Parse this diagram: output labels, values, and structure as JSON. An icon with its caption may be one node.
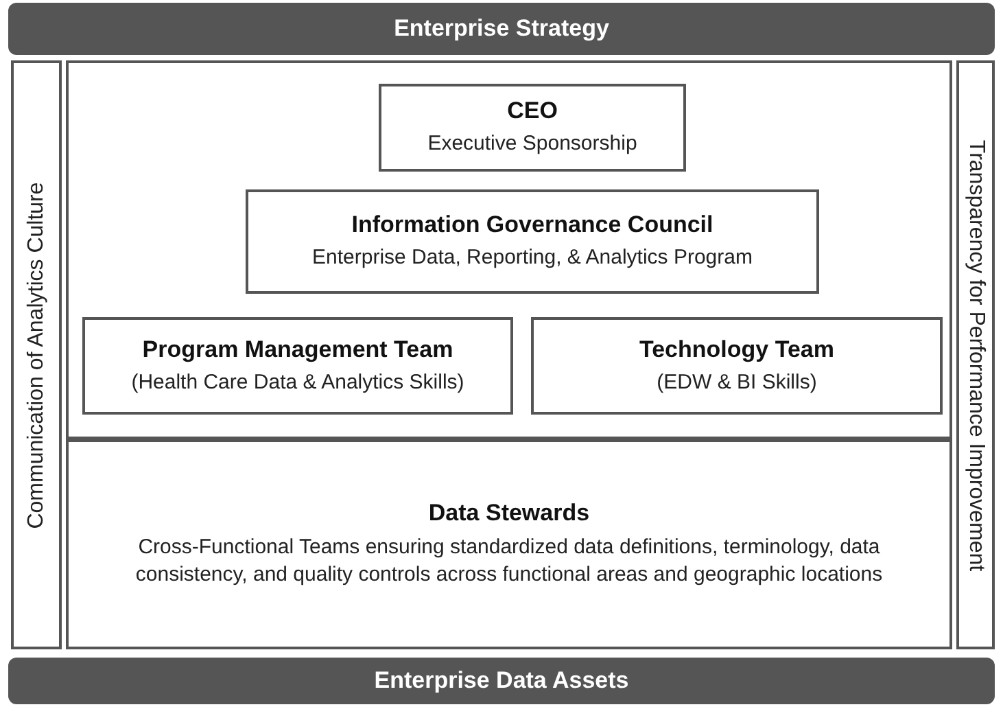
{
  "diagram": {
    "nodes": [
      {
        "text": [
          "Enterprise Strategy"
        ]
      },
      {
        "text": [
          "Communication of Analytics Culture"
        ]
      },
      {
        "text": [],
        "shape": "box"
      },
      {
        "text": [
          "CEO",
          "Executive Sponsorship"
        ],
        "in": 2
      },
      {
        "text": [
          "Information Governance Council",
          "Enterprise Data, Reporting, & Analytics Program"
        ],
        "in": 2
      },
      {
        "text": [
          "Program Management Team",
          "(Health Care Data & Analytics Skills)"
        ],
        "in": 2
      },
      {
        "text": [
          "Technology Team",
          "(EDW & BI Skills)"
        ],
        "in": 2
      },
      {
        "text": [
          "Data Stewards",
          "Cross-Functional Teams ensuring standardized data definitions, terminology, data consistency, and quality controls across functional areas and geographic locations"
        ]
      },
      {
        "text": [
          "Transparency for Performance Improvement"
        ]
      },
      {
        "text": [
          "Enterprise Data Assets"
        ]
      }
    ]
  }
}
